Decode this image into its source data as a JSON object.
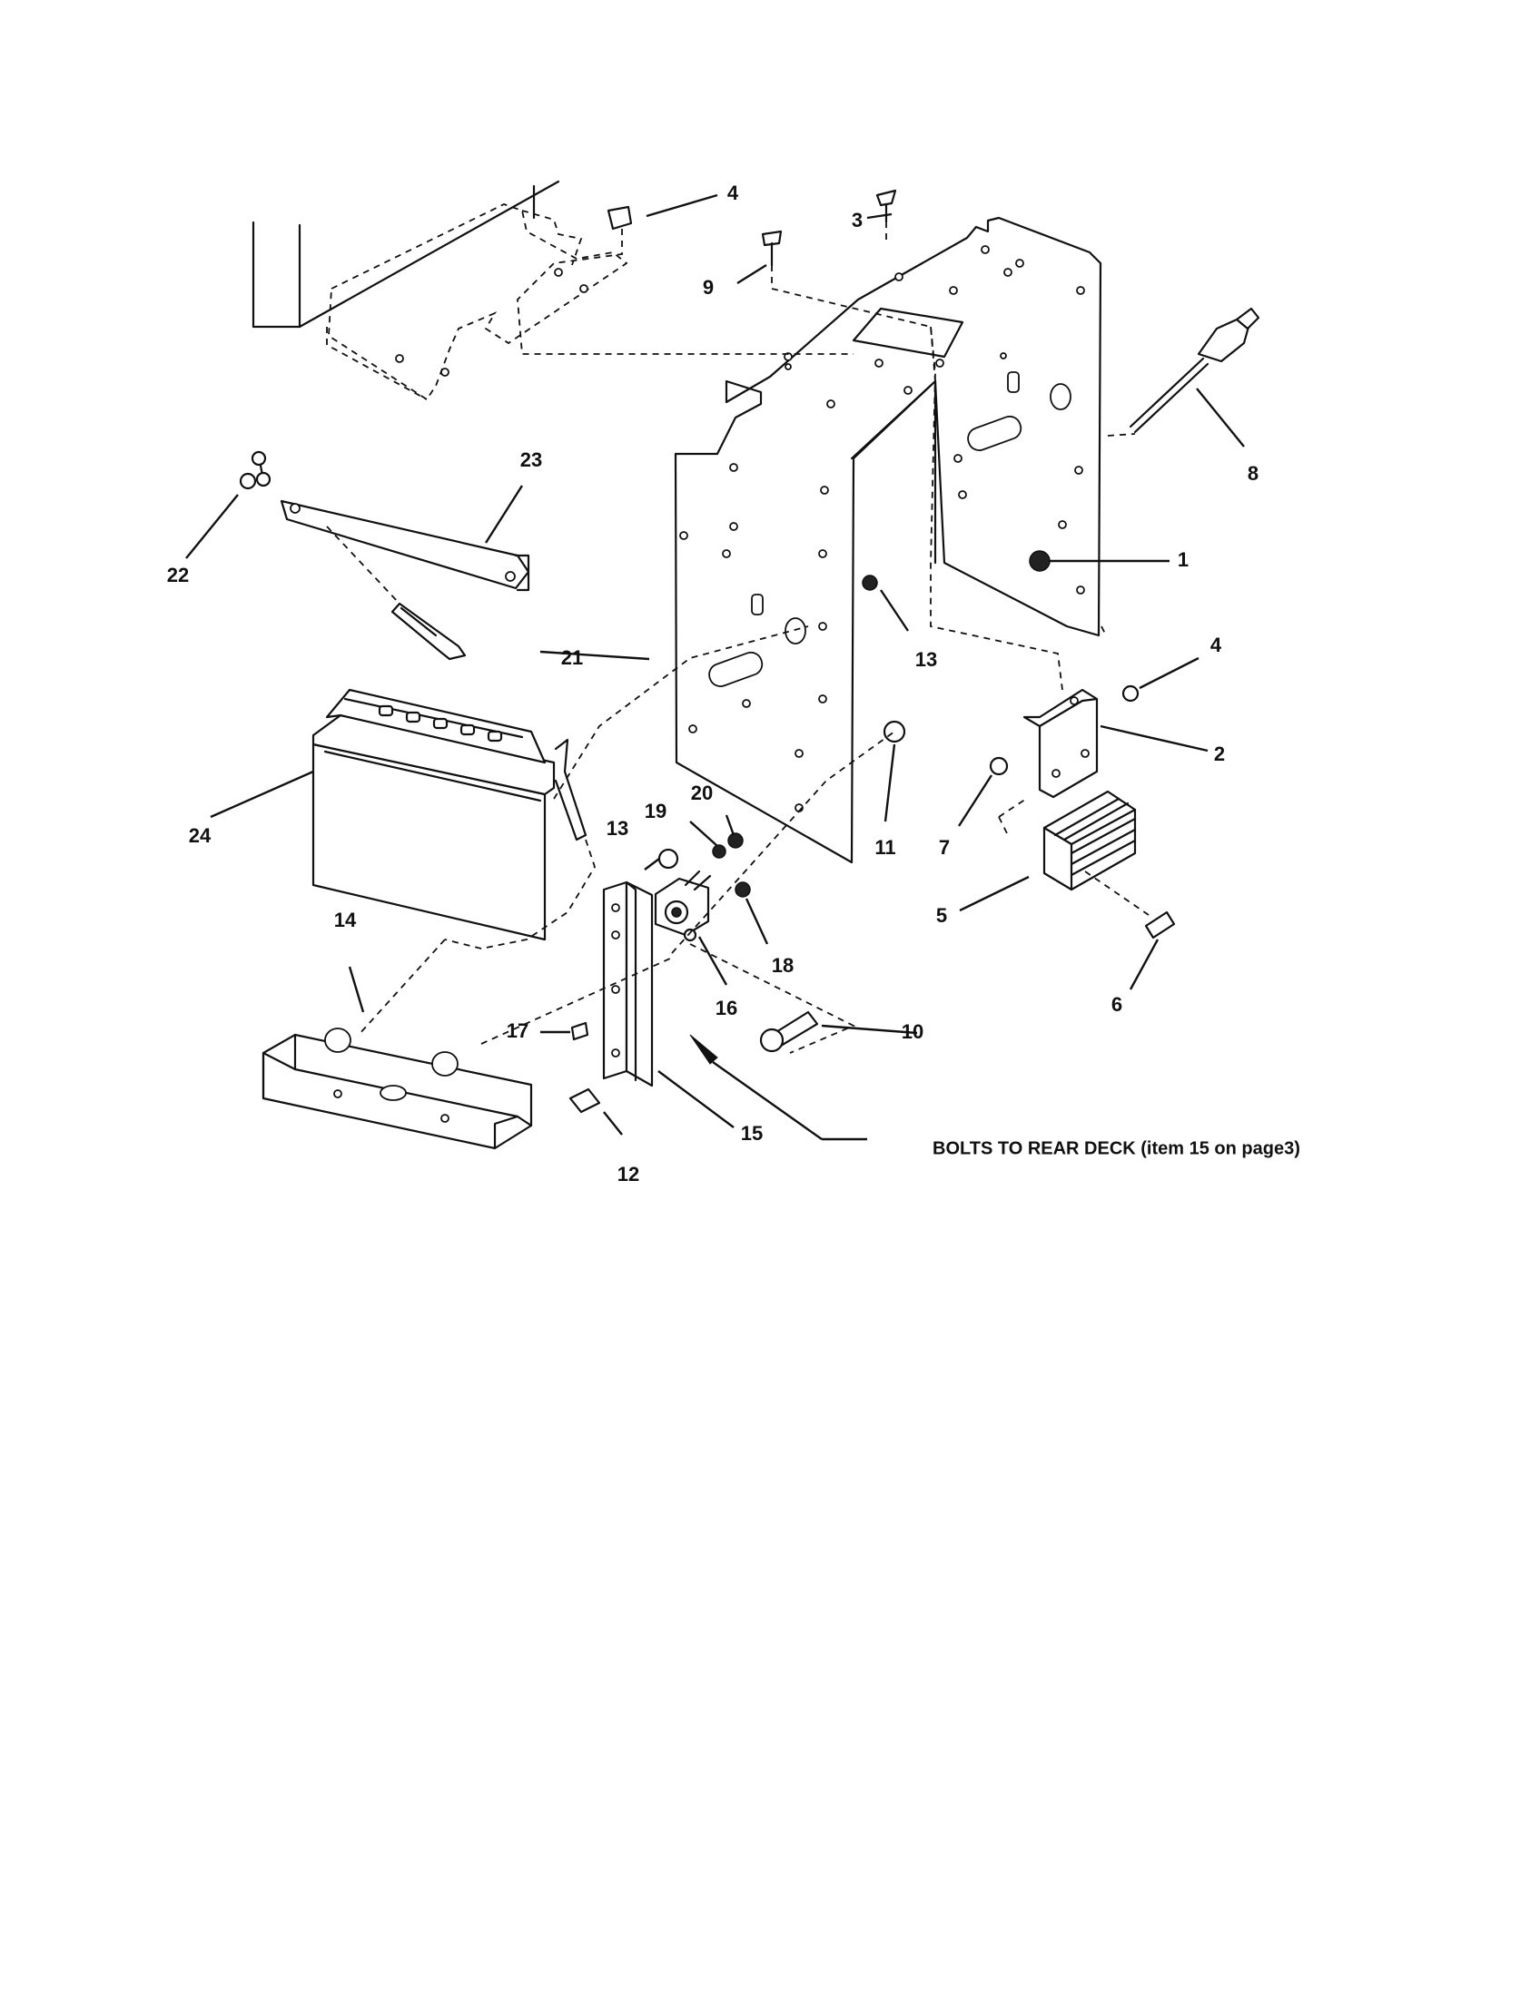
{
  "callouts": {
    "c1": "1",
    "c2": "2",
    "c3": "3",
    "c4a": "4",
    "c4b": "4",
    "c5": "5",
    "c6": "6",
    "c7": "7",
    "c8": "8",
    "c9": "9",
    "c10": "10",
    "c11": "11",
    "c12": "12",
    "c13a": "13",
    "c13b": "13",
    "c14": "14",
    "c15": "15",
    "c16": "16",
    "c17": "17",
    "c18": "18",
    "c19": "19",
    "c20": "20",
    "c21": "21",
    "c22": "22",
    "c23": "23",
    "c24": "24"
  },
  "note": "BOLTS TO REAR DECK (item 15 on page3)"
}
